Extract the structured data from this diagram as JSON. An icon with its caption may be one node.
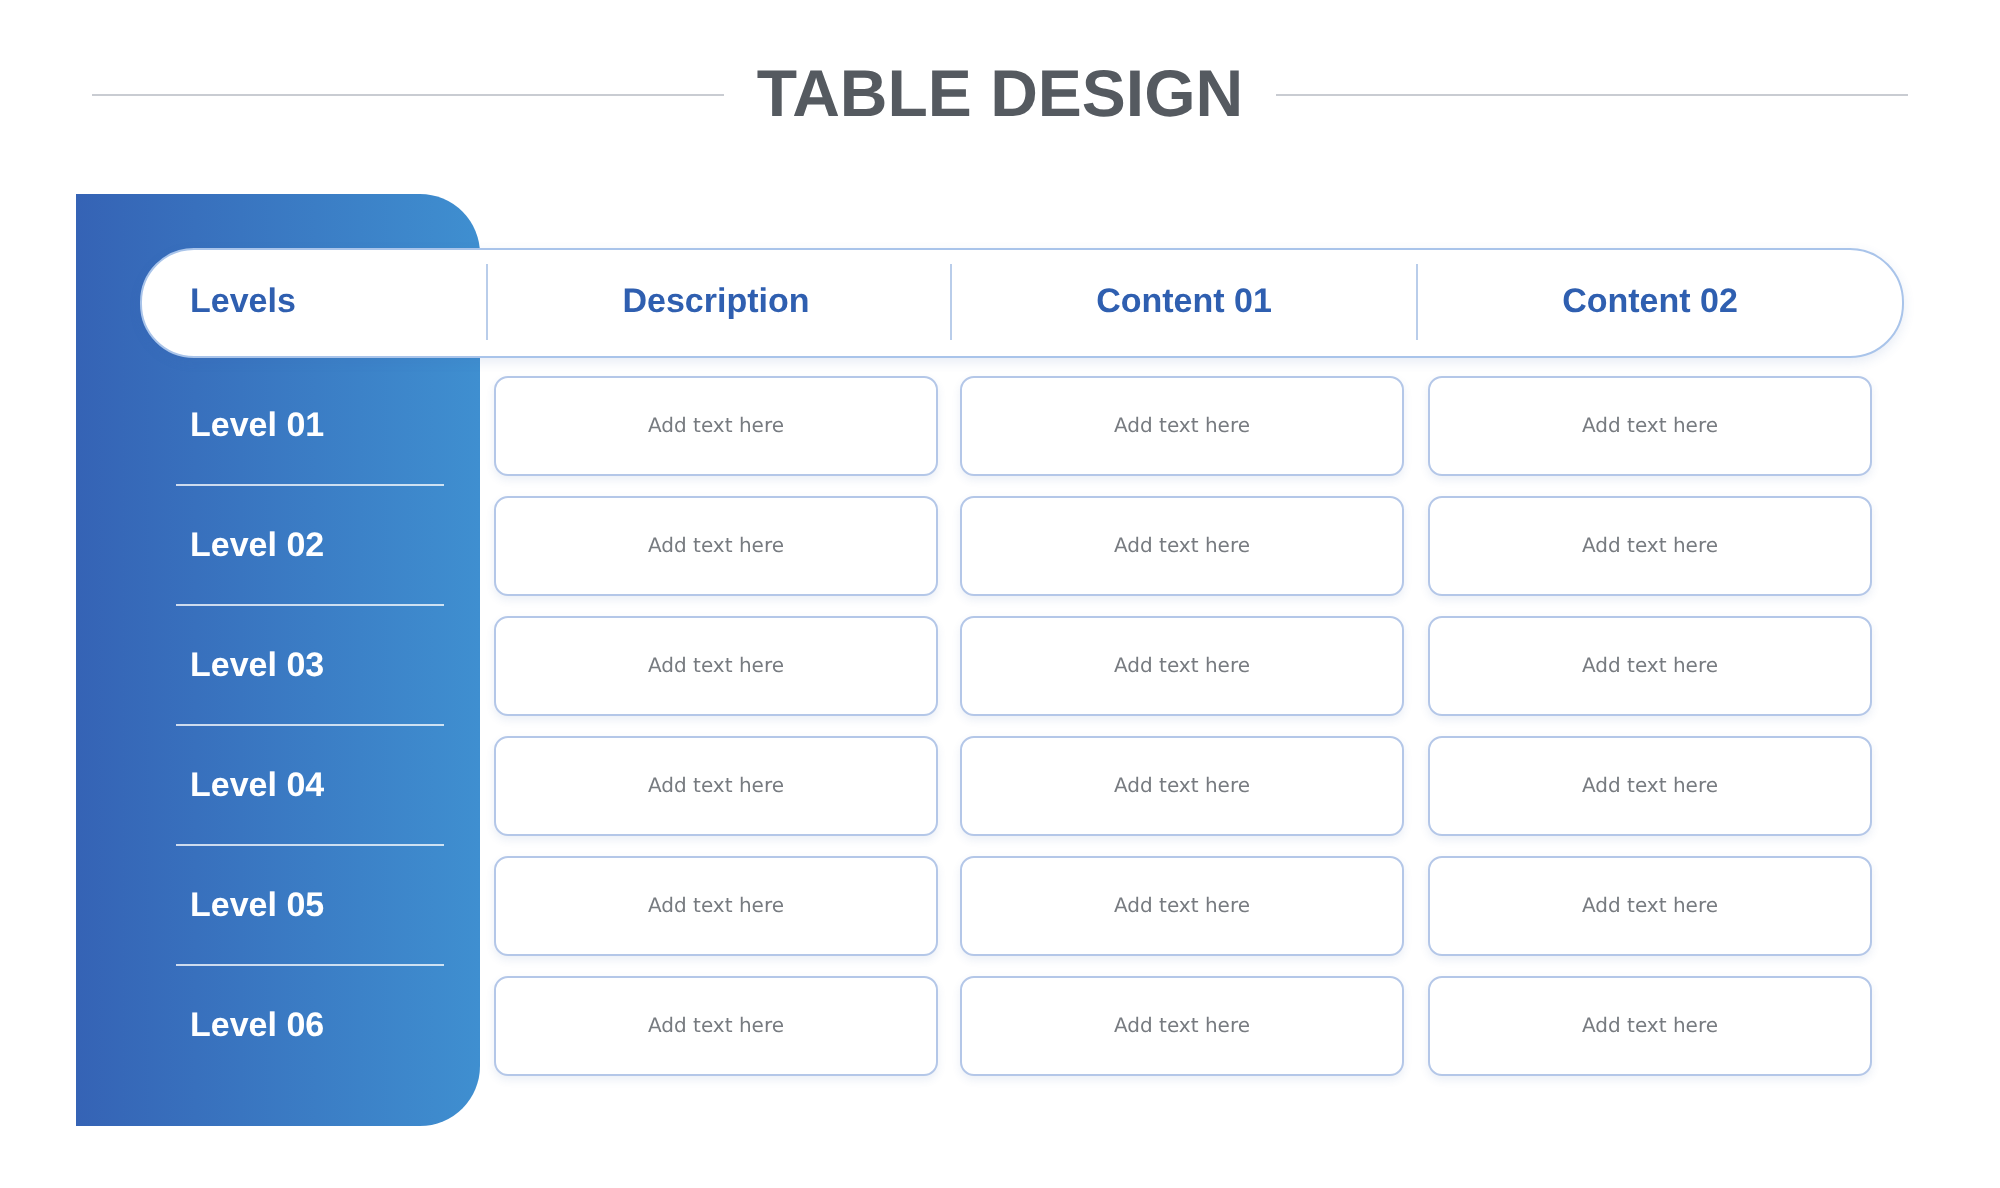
{
  "diagram": {
    "title": "TABLE DESIGN",
    "labels": [
      "Levels",
      "Description",
      "Content 01",
      "Content 02",
      "Level 01",
      "Add text here",
      "Add text here",
      "Add text here",
      "Level 02",
      "Add text here",
      "Add text here",
      "Add text here",
      "Level 03",
      "Add text here",
      "Add text here",
      "Add text here",
      "Level 04",
      "Add text here",
      "Add text here",
      "Add text here",
      "Level 05",
      "Add text here",
      "Add text here",
      "Add text here",
      "Level 06",
      "Add text here",
      "Add text here",
      "Add text here"
    ]
  }
}
